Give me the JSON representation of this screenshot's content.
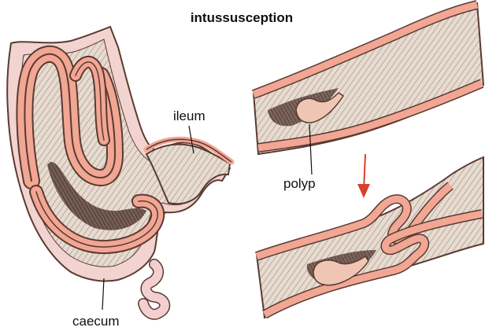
{
  "title": "intussusception",
  "labels": {
    "ileum": "ileum",
    "polyp": "polyp",
    "caecum": "caecum"
  },
  "colors": {
    "wall": "#f2a694",
    "wall_outline": "#5a3a32",
    "lumen": "#e9ddd2",
    "shadow": "#3d2a24",
    "caecum_fill": "#f4cfcf",
    "arrow": "#d8402d"
  }
}
